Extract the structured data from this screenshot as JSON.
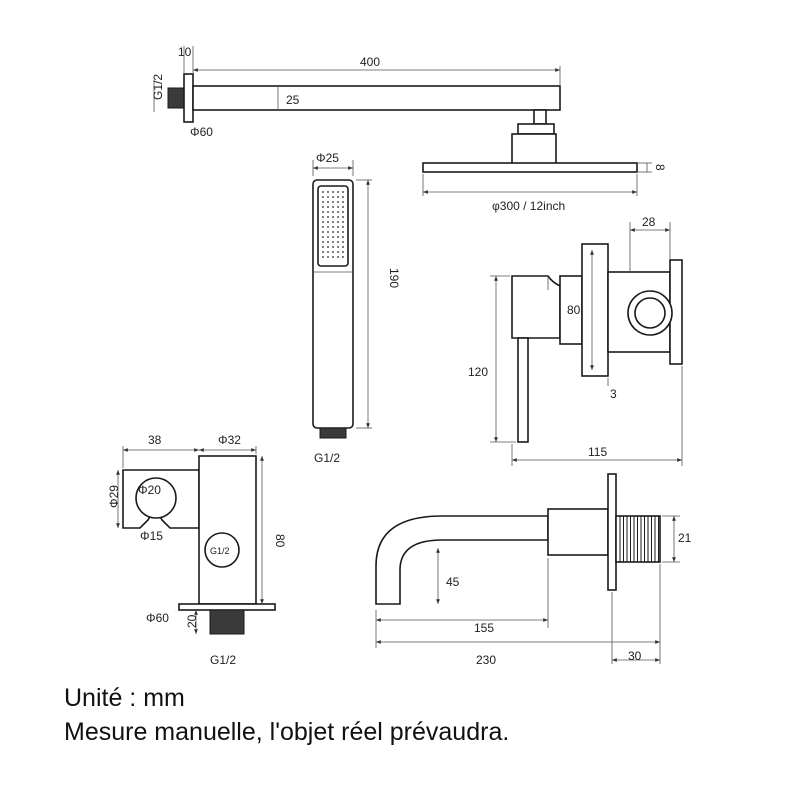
{
  "arm": {
    "d_flange_thick": "10",
    "d_length": "400",
    "d_thread": "G1/2",
    "d_height": "25",
    "d_flange_dia": "Φ60"
  },
  "head": {
    "d_thick": "8",
    "d_dia": "φ300 / 12inch"
  },
  "handshower": {
    "d_dia": "Φ25",
    "d_length": "190",
    "d_thread": "G1/2"
  },
  "mixer": {
    "d_width": "28",
    "d_plate": "80",
    "d_lever": "120",
    "d_gap": "3",
    "d_depth": "115"
  },
  "holder": {
    "d_width": "38",
    "d_body": "Φ32",
    "d_cradle": "Φ29",
    "d_hole": "Φ20",
    "d_slot": "Φ15",
    "d_height": "80",
    "d_outlet": "G1/2",
    "d_flange": "Φ60",
    "d_stub": "20",
    "d_thread": "G1/2"
  },
  "spout": {
    "d_pipe": "21",
    "d_drop": "45",
    "d_reach": "155",
    "d_total": "230",
    "d_thread_len": "30"
  },
  "notes": {
    "unit": "Unité : mm",
    "disclaimer": "Mesure manuelle, l'objet réel prévaudra."
  }
}
